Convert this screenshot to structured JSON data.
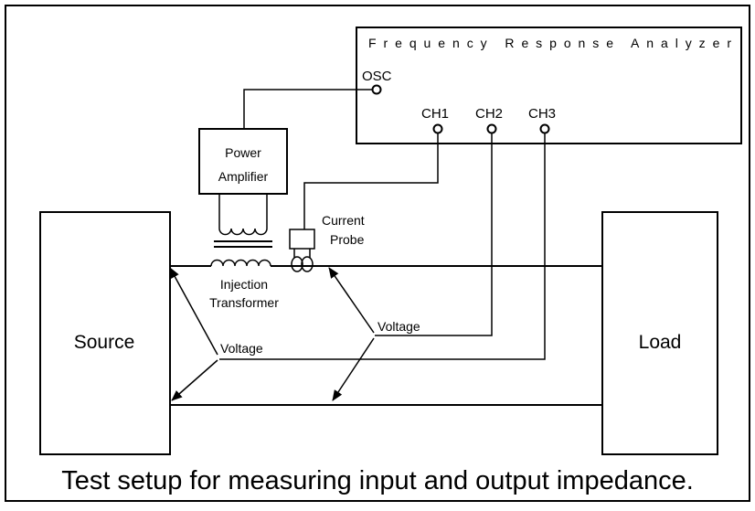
{
  "analyzer": {
    "title": "Frequency Response Analyzer",
    "osc": "OSC",
    "ch1": "CH1",
    "ch2": "CH2",
    "ch3": "CH3"
  },
  "amplifier": {
    "line1": "Power",
    "line2": "Amplifier"
  },
  "probe": {
    "line1": "Current",
    "line2": "Probe"
  },
  "transformer": {
    "line1": "Injection",
    "line2": "Transformer"
  },
  "source": {
    "label": "Source"
  },
  "load": {
    "label": "Load"
  },
  "voltage": {
    "left": "Voltage",
    "right": "Voltage"
  },
  "caption": "Test setup for measuring input and output impedance.",
  "colors": {
    "stroke": "#000000",
    "background": "#ffffff"
  }
}
